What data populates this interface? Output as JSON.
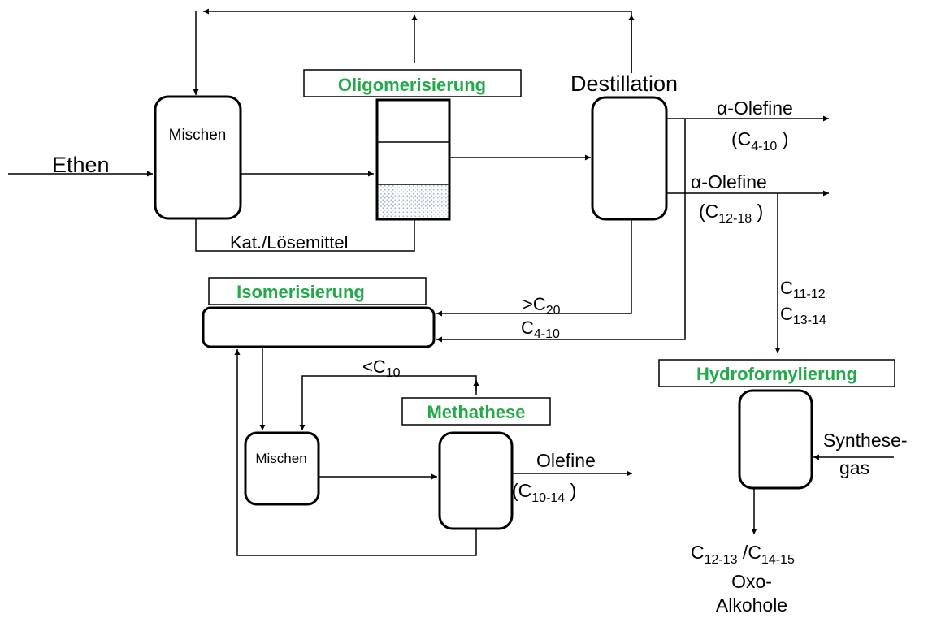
{
  "colors": {
    "title_green": "#22aa4a",
    "line": "#000000",
    "hatch": "#9fb3d0"
  },
  "labels": {
    "ethen": "Ethen",
    "mischen_1": "Mischen",
    "oligomerisierung": "Oligomerisierung",
    "destillation": "Destillation",
    "kat_loesemittel": "Kat./Lösemittel",
    "alpha_olefine_1": "α-Olefine",
    "alpha_olefine_1_range": {
      "open": "(C",
      "sub": "4-10",
      "close": " )"
    },
    "alpha_olefine_2": "α-Olefine",
    "alpha_olefine_2_range": {
      "open": "(C",
      "sub": "12-18",
      "close": " )"
    },
    "isomerisierung": "Isomerisierung",
    "gt_c20": {
      "main": ">C",
      "sub": "20"
    },
    "c4_10": {
      "main": "C",
      "sub": "4-10"
    },
    "lt_c10": {
      "main": "<C",
      "sub": "10"
    },
    "methathese": "Methathese",
    "mischen_2": "Mischen",
    "olefine": "Olefine",
    "olefine_range": {
      "open": "(C",
      "sub": "10-14",
      "close": " )"
    },
    "c11_12": {
      "main": "C",
      "sub": "11-12"
    },
    "c13_14": {
      "main": "C",
      "sub": "13-14"
    },
    "hydroformylierung": "Hydroformylierung",
    "synthese": "Synthese-",
    "gas": "gas",
    "oxo_product": {
      "c1": "C",
      "s1": "12-13",
      "c2": " /C",
      "s2": "14-15"
    },
    "oxo": "Oxo-",
    "alkohole": "Alkohole"
  }
}
